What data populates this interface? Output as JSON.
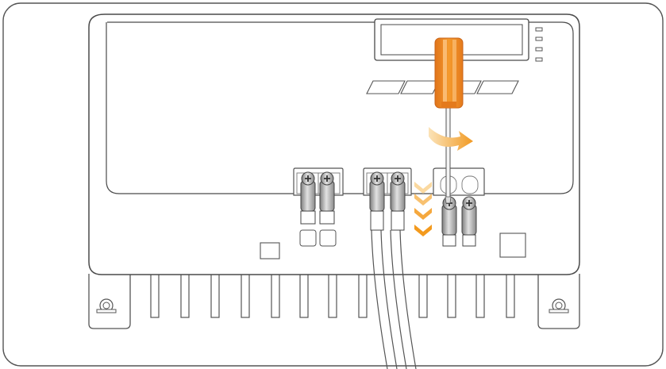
{
  "figure": {
    "subject": "solar-charge-controller-terminal-wiring",
    "terminal_blocks": [
      {
        "id": "block-1",
        "screws": 2,
        "wires_connected": 0
      },
      {
        "id": "block-2",
        "screws": 2,
        "wires_connected": 2
      },
      {
        "id": "block-3",
        "screws": 2,
        "wires_connected": 0
      }
    ],
    "indicator_leds": 4,
    "buttons": 4,
    "tool_icon": "flathead-screwdriver-icon",
    "rotation_icon": "curved-arrow-icon",
    "insert_arrows": 4,
    "colors": {
      "outline": "#4a4a4a",
      "screwdriver_handle": "#f08a1c",
      "screwdriver_highlight": "#f7b660",
      "arrow": "#f39a1e",
      "arrow_light": "#f7c77a",
      "screw_metal": "#9a9a9a",
      "screw_light": "#d8d8d8"
    }
  }
}
